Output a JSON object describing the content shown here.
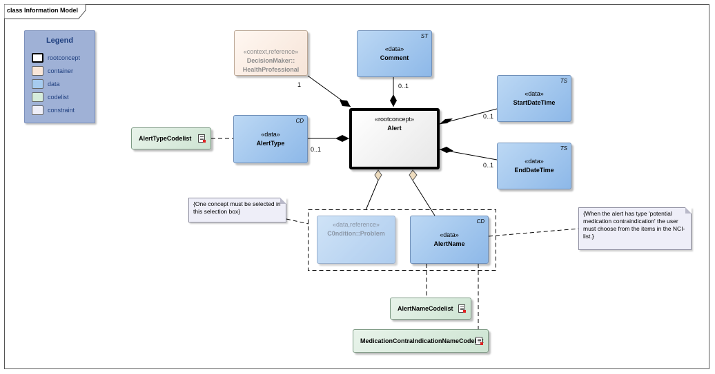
{
  "frame": {
    "title": "class Information Model"
  },
  "legend": {
    "title": "Legend",
    "items": [
      {
        "label": "rootconcept",
        "color": "#ffffff"
      },
      {
        "label": "container",
        "color": "#f9e6d8"
      },
      {
        "label": "data",
        "color": "#a6cbef"
      },
      {
        "label": "codelist",
        "color": "#d6ecdb"
      },
      {
        "label": "constraint",
        "color": "#eeeef8"
      }
    ]
  },
  "classes": {
    "health_professional": {
      "stereotype": "«context,reference»",
      "name_line1": "DecisionMaker::",
      "name_line2": "HealthProfessional"
    },
    "comment": {
      "stereotype": "«data»",
      "name": "Comment",
      "tag": "ST"
    },
    "start_date_time": {
      "stereotype": "«data»",
      "name": "StartDateTime",
      "tag": "TS"
    },
    "end_date_time": {
      "stereotype": "«data»",
      "name": "EndDateTime",
      "tag": "TS"
    },
    "alert_type": {
      "stereotype": "«data»",
      "name": "AlertType",
      "tag": "CD"
    },
    "alert": {
      "stereotype": "«rootconcept»",
      "name": "Alert"
    },
    "condition_problem": {
      "stereotype": "«data,reference»",
      "name": "C0ndition::Problem"
    },
    "alert_name": {
      "stereotype": "«data»",
      "name": "AlertName",
      "tag": "CD"
    }
  },
  "codelists": {
    "alert_type": "AlertTypeCodelist",
    "alert_name": "AlertNameCodelist",
    "medication": "MedicationContraIndicationNameCodelist"
  },
  "multiplicities": {
    "health_professional": "1",
    "comment": "0..1",
    "start_date_time": "0..1",
    "end_date_time": "0..1",
    "alert_type": "0..1"
  },
  "notes": {
    "selection": "{One concept must be selected in this selection box}",
    "alert_name": "{When the alert has type 'potential medication contraindication' the user must choose from the items in the NCI-list.}"
  }
}
